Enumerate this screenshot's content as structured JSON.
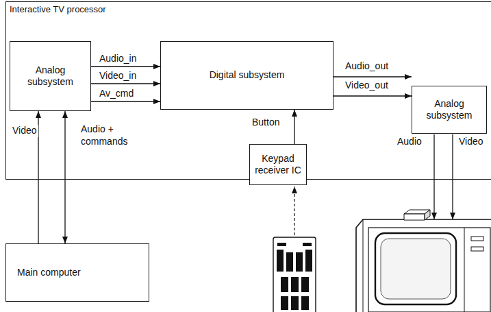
{
  "diagram": {
    "nodes": [
      {
        "text": [
          "Interactive TV processor"
        ]
      },
      {
        "text": [
          "Analog subsystem"
        ],
        "in": 0
      },
      {
        "text": [
          "Digital subsystem"
        ],
        "in": 0
      },
      {
        "text": [
          "Analog subsystem"
        ],
        "in": 0
      },
      {
        "text": [
          "Keypad receiver IC"
        ],
        "in": 0
      },
      {
        "text": [
          "Main computer"
        ]
      }
    ],
    "edges": [
      {
        "from": 1,
        "to": 2,
        "arrow": "to",
        "label": "Audio_in"
      },
      {
        "from": 1,
        "to": 2,
        "arrow": "to",
        "label": "Video_in"
      },
      {
        "from": 1,
        "to": 2,
        "arrow": "to",
        "label": "Av_cmd"
      },
      {
        "from": 2,
        "to": 3,
        "arrow": "to",
        "label": "Audio_out"
      },
      {
        "from": 2,
        "to": 3,
        "arrow": "to",
        "label": "Video_out"
      },
      {
        "from": 4,
        "to": 2,
        "arrow": "to",
        "label": "Button"
      },
      {
        "from": 5,
        "to": 1,
        "arrow": "to",
        "label": "Video"
      },
      {
        "from": 1,
        "to": 5,
        "arrow": "both",
        "label": "Audio + commands"
      }
    ],
    "labels": [
      "Audio",
      "Video"
    ]
  }
}
